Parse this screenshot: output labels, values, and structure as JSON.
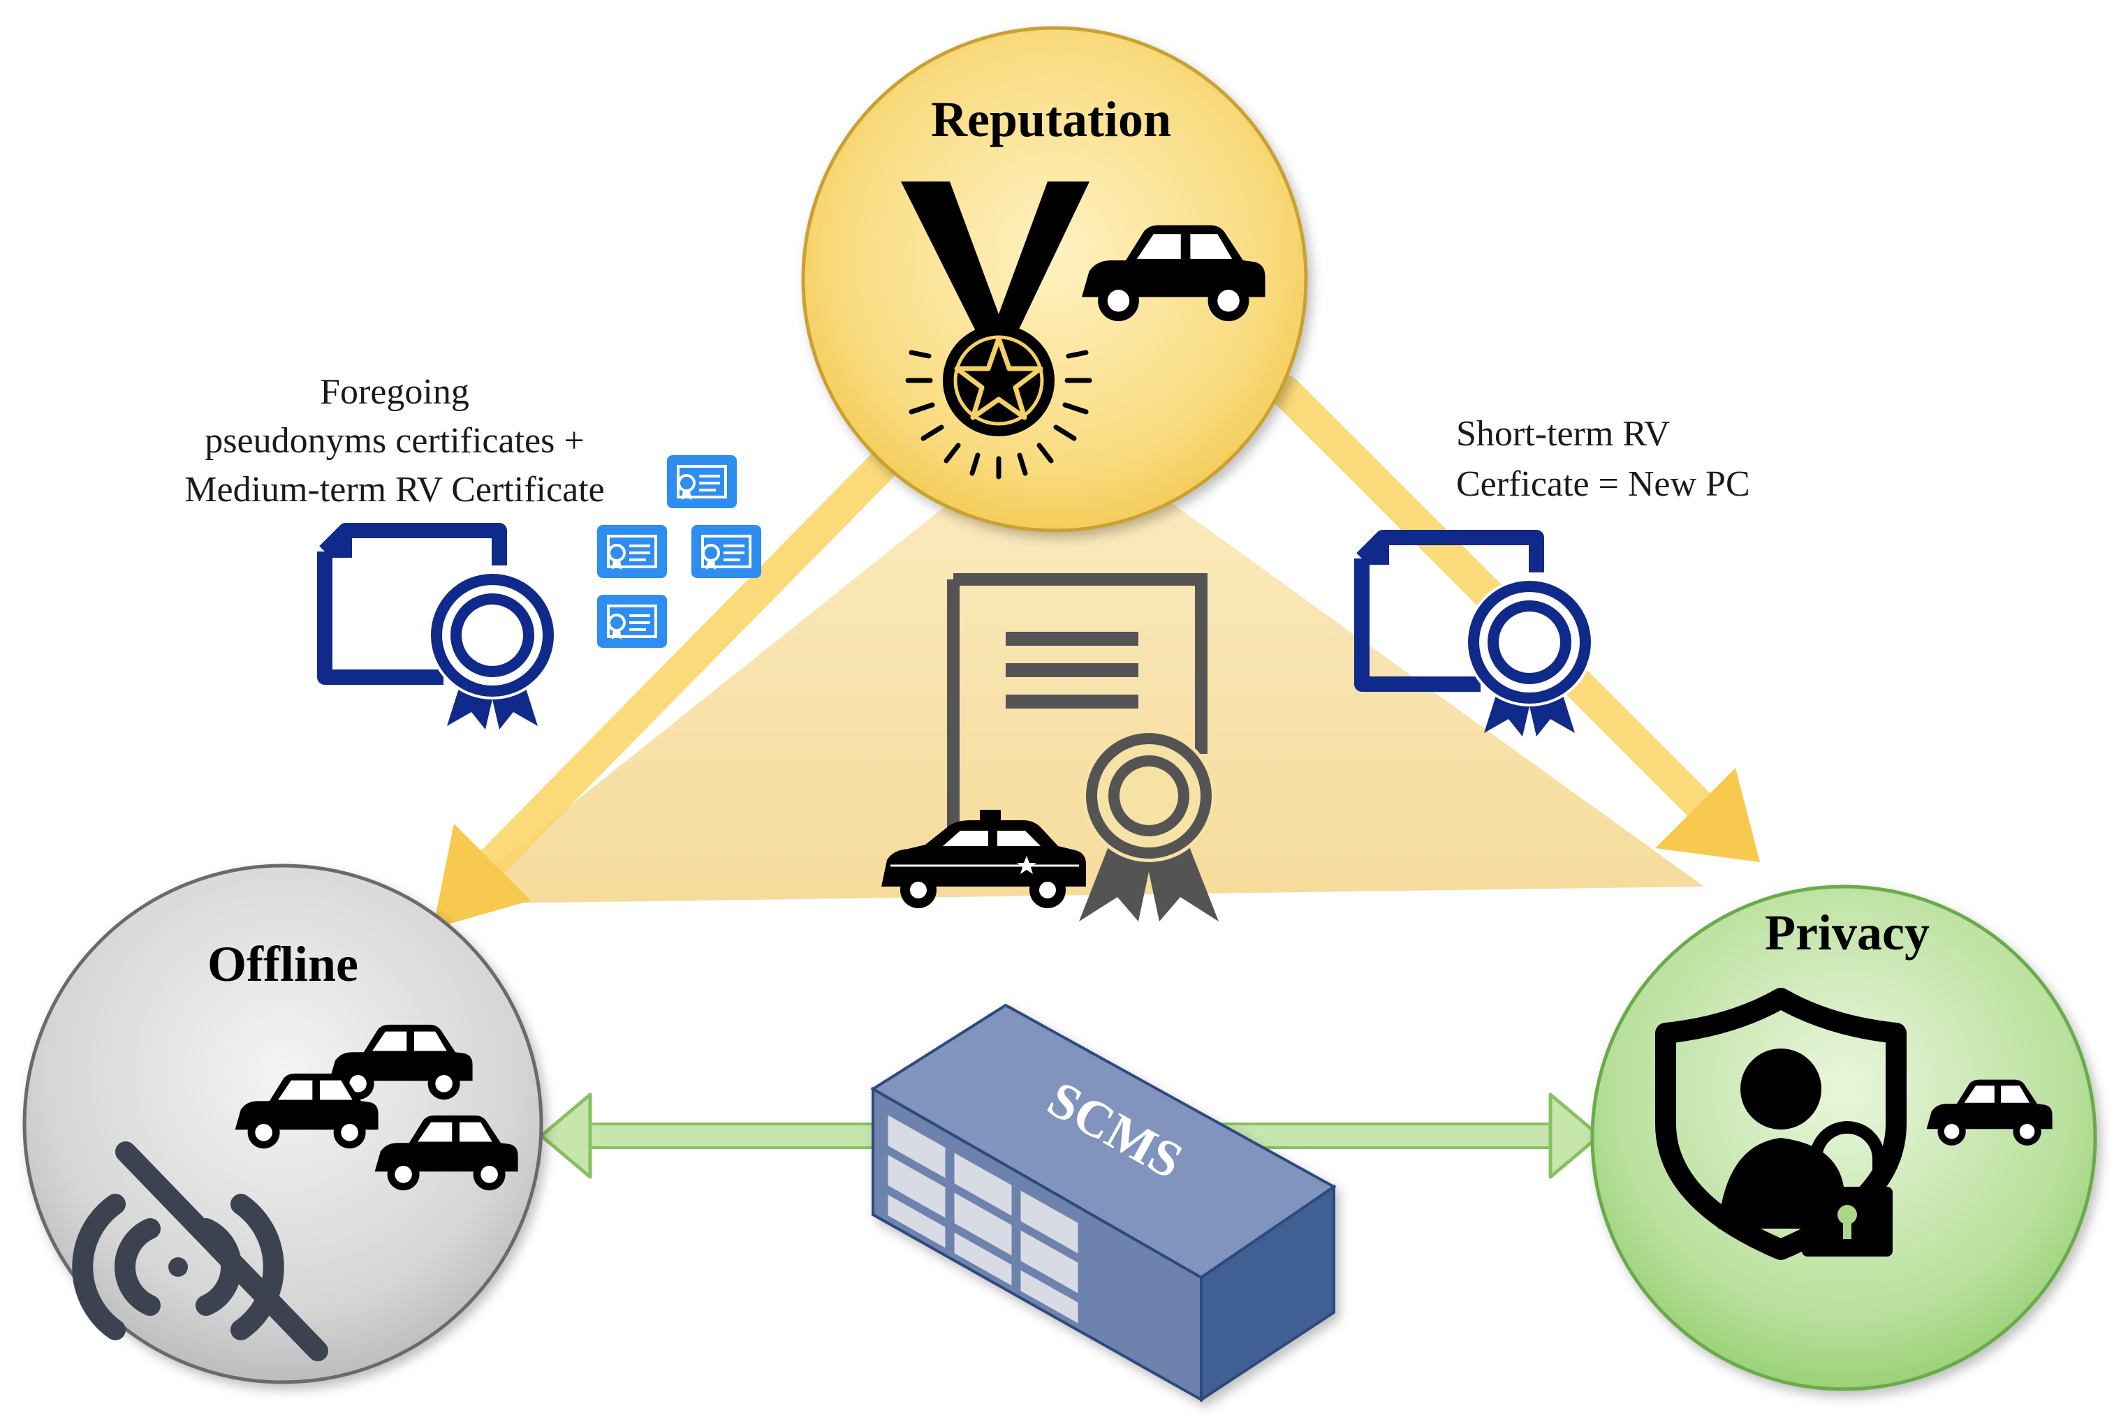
{
  "nodes": {
    "reputation": {
      "title": "Reputation"
    },
    "offline": {
      "title": "Offline"
    },
    "privacy": {
      "title": "Privacy"
    },
    "scms": {
      "label": "SCMS"
    }
  },
  "edges": {
    "reputation_to_offline": {
      "label_lines": [
        "Foregoing",
        "pseudonyms certificates +",
        "Medium-term RV Certificate"
      ]
    },
    "reputation_to_privacy": {
      "label_lines": [
        "Short-term RV",
        "Cerficate = New PC"
      ]
    }
  },
  "colors": {
    "triangle_fill": "#f6dc92",
    "reputation_fill": "#f8d36a",
    "offline_fill": "#cfcfcf",
    "privacy_fill": "#a9d88a",
    "gold_arrow": "#f7c94e",
    "green_arrow": "#a8d889",
    "certificate_navy": "#0f2a8a",
    "certificate_blue": "#2e8df0",
    "scms_front": "#6d82ad",
    "scms_side": "#3f5e93"
  },
  "icons": {
    "reputation": [
      "medal-icon",
      "car-icon"
    ],
    "offline": [
      "car-icon",
      "car-icon",
      "car-icon",
      "no-signal-icon"
    ],
    "privacy": [
      "shield-user-icon",
      "padlock-icon",
      "car-icon"
    ],
    "center": [
      "certificate-icon",
      "police-car-icon"
    ],
    "edges": [
      "certificate-icon",
      "small-certificate-icon"
    ]
  }
}
